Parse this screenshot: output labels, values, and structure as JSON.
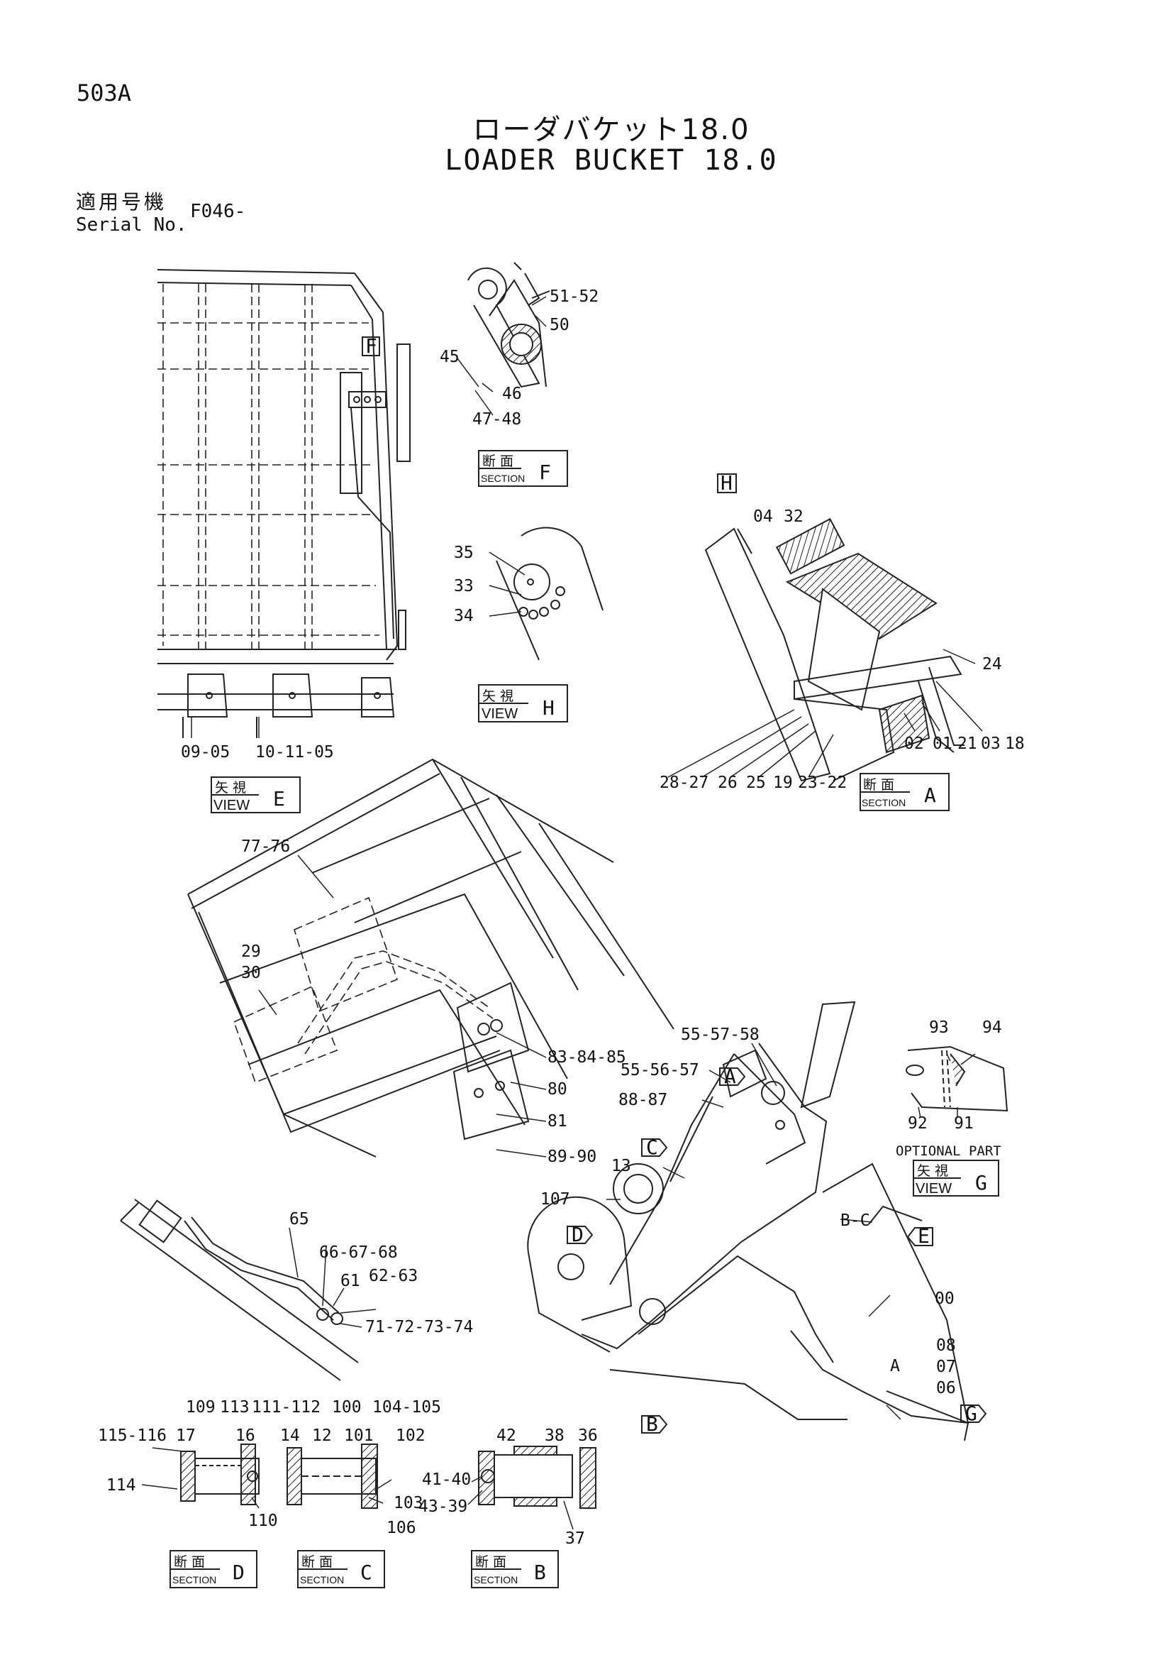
{
  "page_id": "503A",
  "title_jp": "ローダバケット18.0",
  "title_en": "LOADER BUCKET 18.0",
  "serial": {
    "label_jp": "適用号機",
    "label_en": "Serial No.",
    "value": "F046-"
  },
  "views": {
    "view_e": {
      "jp": "矢 視",
      "en": "VIEW",
      "letter": "E"
    },
    "view_h": {
      "jp": "矢 視",
      "en": "VIEW",
      "letter": "H"
    },
    "view_g": {
      "jp": "矢 視",
      "en": "VIEW",
      "letter": "G"
    },
    "section_f": {
      "jp": "断 面",
      "en": "SECTION",
      "letter": "F"
    },
    "section_a": {
      "jp": "断 面",
      "en": "SECTION",
      "letter": "A"
    },
    "section_d": {
      "jp": "断 面",
      "en": "SECTION",
      "letter": "D"
    },
    "section_c": {
      "jp": "断 面",
      "en": "SECTION",
      "letter": "C"
    },
    "section_b": {
      "jp": "断 面",
      "en": "SECTION",
      "letter": "B"
    }
  },
  "optional_part": "OPTIONAL PART",
  "callouts": {
    "p51_52": "51-52",
    "p50": "50",
    "p45": "45",
    "p46": "46",
    "p47_48": "47-48",
    "p35": "35",
    "p33": "33",
    "p34": "34",
    "p09_05": "09-05",
    "p10_11_05": "10-11-05",
    "p04": "04",
    "p32": "32",
    "p24": "24",
    "p02": "02",
    "p01": "01",
    "p21": "21",
    "p03": "03",
    "p18": "18",
    "p28_27": "28-27",
    "p26": "26",
    "p25": "25",
    "p19": "19",
    "p23_22": "23-22",
    "p77_76": "77-76",
    "p29": "29",
    "p30": "30",
    "p83_84_85": "83-84-85",
    "p80": "80",
    "p81": "81",
    "p89_90": "89-90",
    "p55_57_58": "55-57-58",
    "p55_56_57": "55-56-57",
    "p88_87": "88-87",
    "p13": "13",
    "p107": "107",
    "pBC": "B-C",
    "p00": "00",
    "p08": "08",
    "p07": "07",
    "p06": "06",
    "pA": "A",
    "p93": "93",
    "p94": "94",
    "p92": "92",
    "p91": "91",
    "p65": "65",
    "p66_67_68": "66-67-68",
    "p61": "61",
    "p62_63": "62-63",
    "p71_74": "71-72-73-74",
    "p109": "109",
    "p113": "113",
    "p111_112": "111-112",
    "p115_116": "115-116",
    "p17": "17",
    "p16": "16",
    "p114": "114",
    "p110": "110",
    "p100": "100",
    "p104_105": "104-105",
    "p14": "14",
    "p12": "12",
    "p101": "101",
    "p102": "102",
    "p103": "103",
    "p106": "106",
    "p42": "42",
    "p38": "38",
    "p36": "36",
    "p41_40": "41-40",
    "p43_39": "43-39",
    "p37": "37"
  },
  "markers": {
    "A": "A",
    "B": "B",
    "C": "C",
    "D": "D",
    "E": "E",
    "F": "F",
    "G": "G",
    "H": "H"
  }
}
